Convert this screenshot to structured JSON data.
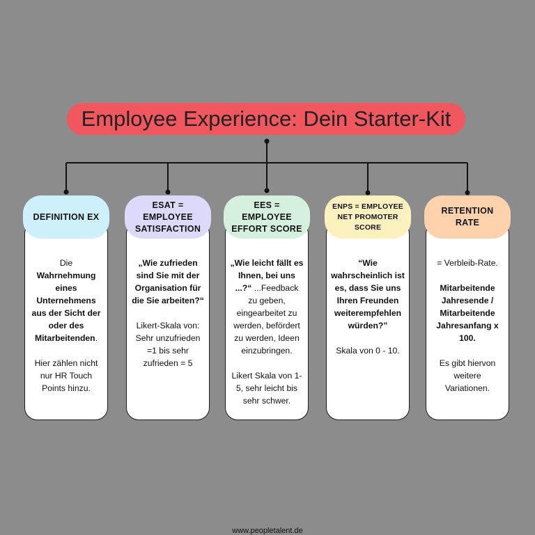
{
  "title": "Employee Experience: Dein Starter-Kit",
  "colors": {
    "background": "#8c8c8c",
    "title_bg": "#f1575f",
    "line": "#111111"
  },
  "cards": [
    {
      "heading": "DEFINITION EX",
      "heading_color": "#cdf0fb",
      "paragraphs": [
        [
          {
            "text": "Die ",
            "bold": false
          },
          {
            "text": "Wahrnehmung eines Unternehmens aus der Sicht der oder des Mitarbeitenden",
            "bold": true
          },
          {
            "text": ".",
            "bold": false
          }
        ],
        [
          {
            "text": "Hier zählen nicht nur HR Touch Points hinzu.",
            "bold": false
          }
        ]
      ]
    },
    {
      "heading": "ESAT = EMPLOYEE SATISFACTION",
      "heading_color": "#dcd9fb",
      "paragraphs": [
        [
          {
            "text": "„Wie zufrieden sind Sie mit der Organisation für die Sie arbeiten?“",
            "bold": true
          }
        ],
        [
          {
            "text": "Likert-Skala von: Sehr unzufrieden =1 bis sehr zufrieden = 5",
            "bold": false
          }
        ]
      ]
    },
    {
      "heading": "EES = EMPLOYEE EFFORT SCORE",
      "heading_color": "#d5f0de",
      "paragraphs": [
        [
          {
            "text": "„Wie leicht fällt es Ihnen, bei uns ...?“",
            "bold": true
          },
          {
            "text": " ...Feedback zu geben, eingearbeitet zu werden, befördert zu werden, Ideen einzubringen.",
            "bold": false
          }
        ],
        [
          {
            "text": "Likert Skala von 1-5, sehr leicht bis sehr schwer.",
            "bold": false
          }
        ]
      ]
    },
    {
      "heading": "ENPS = EMPLOYEE NET PROMOTER SCORE",
      "heading_color": "#fdf1c0",
      "paragraphs": [
        [
          {
            "text": "“Wie wahrscheinlich ist es, dass Sie uns Ihren Freunden weiterempfehlen würden?”",
            "bold": true
          }
        ],
        [
          {
            "text": "Skala von 0 - 10.",
            "bold": false
          }
        ]
      ]
    },
    {
      "heading": "RETENTION RATE",
      "heading_color": "#fdd2ad",
      "paragraphs": [
        [
          {
            "text": "= Verbleib-Rate.",
            "bold": false
          }
        ],
        [
          {
            "text": "Mitarbeitende Jahresende / Mitarbeitende Jahresanfang x 100.",
            "bold": true
          }
        ],
        [
          {
            "text": "Es gibt hiervon weitere Variationen.",
            "bold": false
          }
        ]
      ]
    }
  ],
  "footer": "www.peopletalent.de"
}
